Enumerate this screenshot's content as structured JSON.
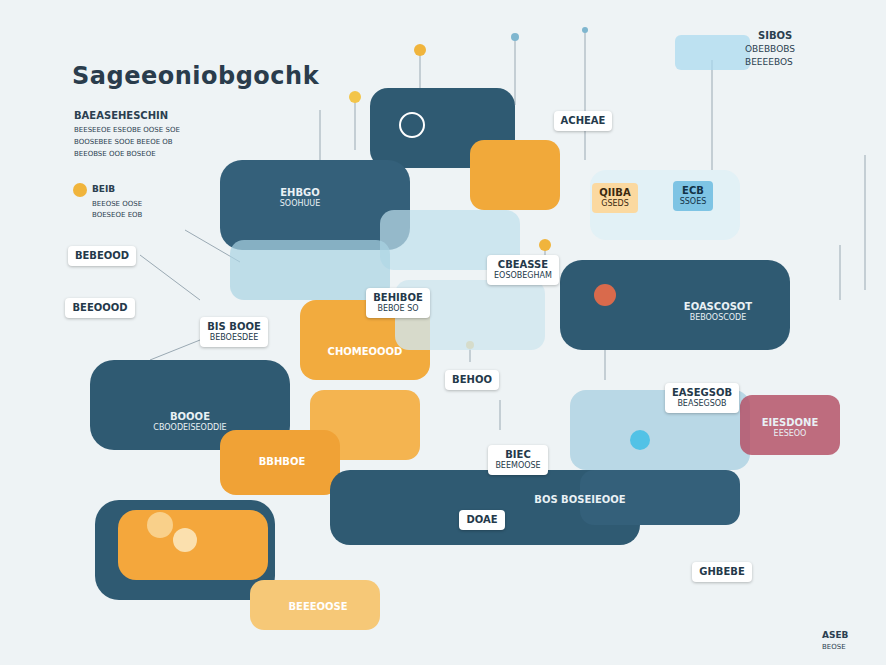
{
  "diagram": {
    "title": "Sageeoniobgochk",
    "nodes": [
      {
        "text": [
          "ACHEAE"
        ]
      },
      {
        "text": [
          "EHBGO",
          "SOOHUUE"
        ]
      },
      {
        "text": [
          "QIIBA",
          "GSEDS"
        ]
      },
      {
        "text": [
          "ECB",
          "SSOES"
        ]
      },
      {
        "text": [
          "BEBEOOD"
        ]
      },
      {
        "text": [
          "CBEASSE",
          "EOSOBEGHAM"
        ]
      },
      {
        "text": [
          "BEEOOOD"
        ]
      },
      {
        "text": [
          "BEHIBOE",
          "BEBOE SO"
        ]
      },
      {
        "text": [
          "EOASCOSOT",
          "BEBOOSCODE"
        ]
      },
      {
        "text": [
          "BIS BOOE",
          "BEBOESDEE"
        ]
      },
      {
        "text": [
          "CHOMEOOOD"
        ]
      },
      {
        "text": [
          "BEHOO"
        ]
      },
      {
        "text": [
          "EASEGSOB",
          "BEASEGSOB"
        ]
      },
      {
        "text": [
          "BOOOE",
          "CBOODEISEODDIE"
        ]
      },
      {
        "text": [
          "EIESDONE",
          "EESEOO"
        ]
      },
      {
        "text": [
          "BIEC",
          "BEEMOOSE"
        ]
      },
      {
        "text": [
          "BBHBOE"
        ]
      },
      {
        "text": [
          "BOS BOSEIEOOE"
        ]
      },
      {
        "text": [
          "DOAE"
        ]
      },
      {
        "text": [
          "GHBEBE"
        ]
      },
      {
        "text": [
          "BEEEOOSE"
        ]
      }
    ],
    "labels": [
      "SIBOS",
      "OBEBBOBS",
      "BEEEEBOS",
      "BAEASEHESCHIN",
      "BEESEEOE ESEOBE OOSE SOE",
      "BOOSEBEE SOOE BEEOE OB",
      "BEEOBSE OOE BOSEOE",
      "BEIB",
      "BEEOSE OOSE",
      "BOESEOE EOB",
      "ASEB",
      "BEOSE"
    ]
  }
}
